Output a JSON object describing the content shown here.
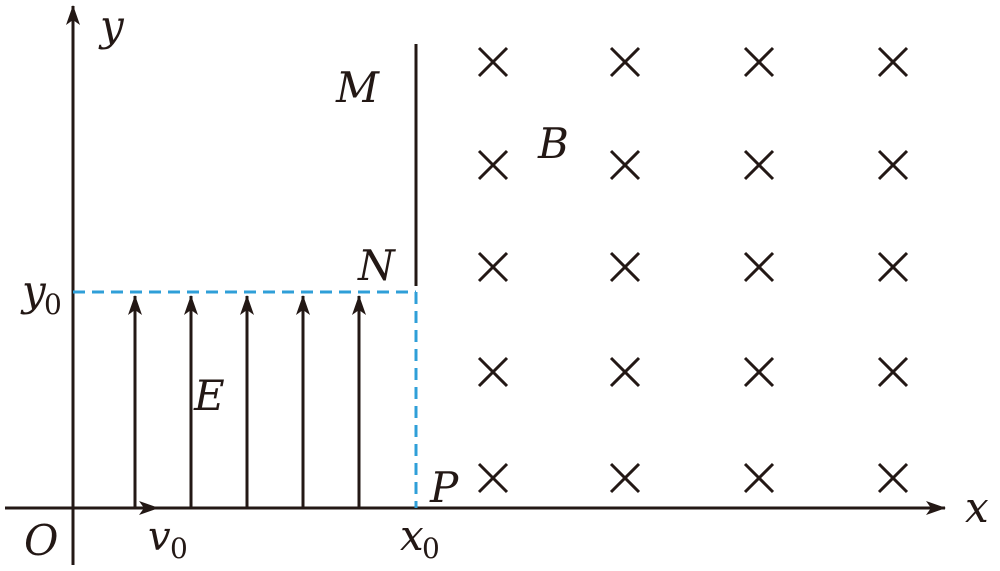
{
  "labels": {
    "y_axis": "y",
    "x_axis": "x",
    "origin": "O",
    "v": "v",
    "v_sub": "0",
    "x0": "x",
    "x0_sub": "0",
    "y0": "y",
    "y0_sub": "0",
    "M": "M",
    "N": "N",
    "P": "P",
    "B": "B",
    "E": "E"
  },
  "colors": {
    "ink": "#231815",
    "dashed": "#2f9fd8"
  },
  "field": {
    "electric_arrow_count": 5,
    "magnetic_grid": {
      "rows": 5,
      "cols": 4,
      "symbol": "×"
    }
  }
}
